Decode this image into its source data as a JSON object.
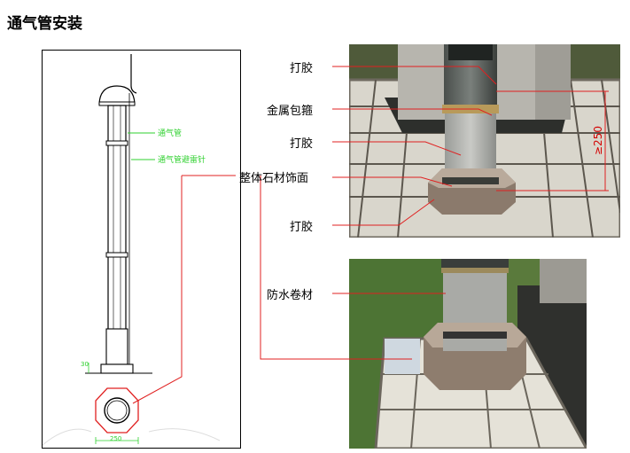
{
  "title": "通气管安装",
  "drawing": {
    "label_vent": "通气管",
    "label_lightning": "通气管避雷针",
    "dim_base": "250",
    "dim_side": "30"
  },
  "photo_labels": {
    "sealant_top": "打胶",
    "metal_clamp": "金属包箍",
    "sealant_mid": "打胶",
    "stone_finish": "整体石材饰面",
    "sealant_bottom": "打胶",
    "waterproof_roll": "防水卷材"
  },
  "dimension_250": "≥250",
  "colors": {
    "leader": "#e02020",
    "cad_green": "#2fd12f",
    "dim_red": "#d40000"
  }
}
